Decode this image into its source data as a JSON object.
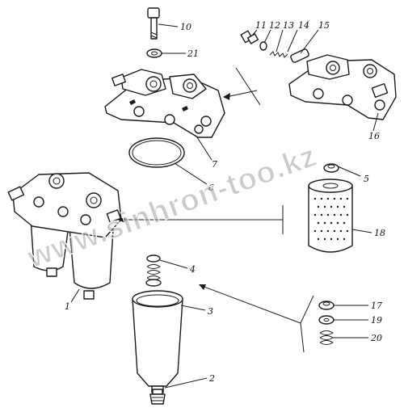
{
  "watermark": "www.sinhron-too.kz",
  "callouts": {
    "c1": "1",
    "c2": "2",
    "c3": "3",
    "c4": "4",
    "c5": "5",
    "c6": "6",
    "c7": "7",
    "c10": "10",
    "c11": "11",
    "c12": "12",
    "c13": "13",
    "c14": "14",
    "c15": "15",
    "c16": "16",
    "c17": "17",
    "c18": "18",
    "c19": "19",
    "c20": "20",
    "c21": "21"
  }
}
